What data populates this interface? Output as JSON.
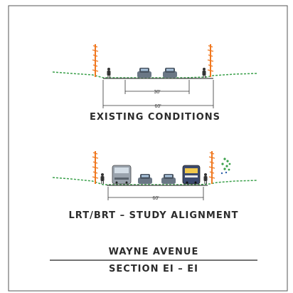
{
  "sheet": {
    "title": "WAYNE AVENUE",
    "subtitle": "SECTION  EI – EI"
  },
  "existing": {
    "caption": "EXISTING  CONDITIONS",
    "inner_dimension": "30'",
    "outer_dimension": "60'"
  },
  "alignment": {
    "caption": "LRT/BRT – STUDY  ALIGNMENT",
    "dimension": "60'"
  },
  "colors": {
    "frame": "#555555",
    "tree": "#f07820",
    "grade": "#3aa04a",
    "ink": "#2c2c2c"
  }
}
